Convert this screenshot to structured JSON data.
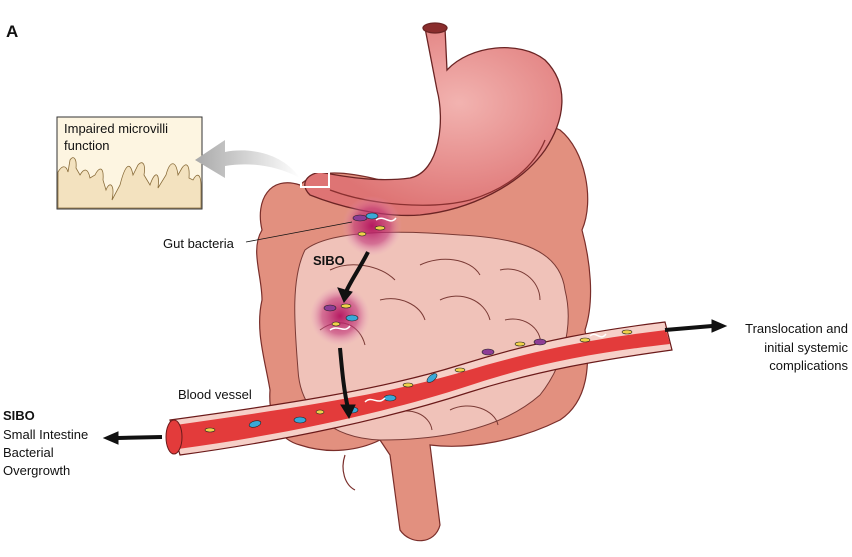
{
  "panel_letter": "A",
  "inset": {
    "title_line1": "Impaired microvilli",
    "title_line2": "function"
  },
  "labels": {
    "gut_bacteria": "Gut bacteria",
    "sibo_mid": "SIBO",
    "blood_vessel": "Blood vessel",
    "translocation_line1": "Translocation and",
    "translocation_line2": "initial systemic",
    "translocation_line3": "complications",
    "sibo_left": "SIBO",
    "sibo_def_line1": "Small Intestine",
    "sibo_def_line2": "Bacterial",
    "sibo_def_line3": "Overgrowth"
  },
  "colors": {
    "stomach": "#e27f80",
    "stomach_inner": "#d8636a",
    "intestine": "#e2907f",
    "small_intestine": "#f0c2b9",
    "vessel": "#e33b3b",
    "vessel_wall": "#f6d0c8",
    "bacteria_glow": "#b3125e",
    "inset_bg": "#fdf5e1"
  }
}
